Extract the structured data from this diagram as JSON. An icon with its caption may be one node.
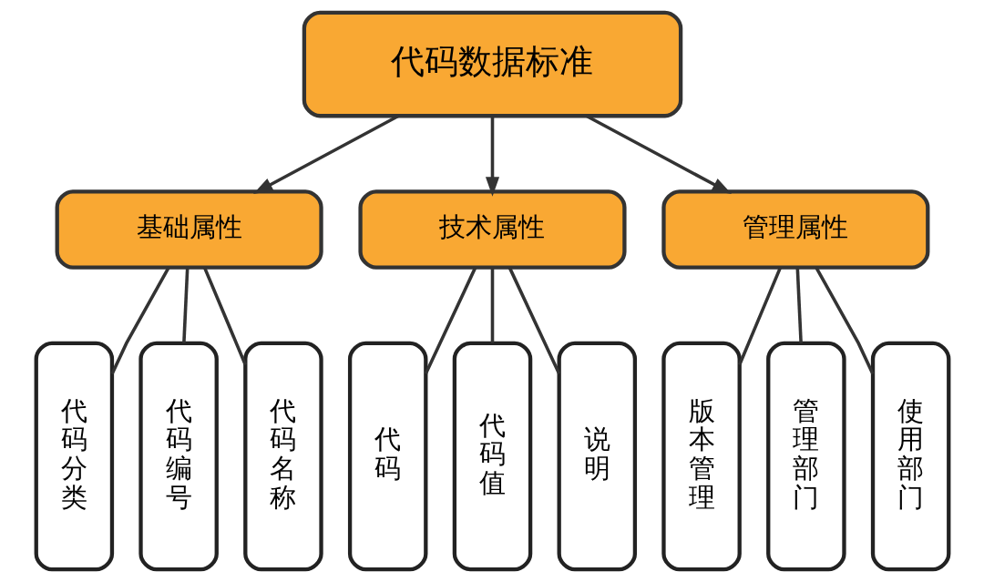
{
  "diagram": {
    "nodes": [
      {
        "text": [
          "代码数据标准"
        ]
      },
      {
        "text": [
          "基础属性"
        ]
      },
      {
        "text": [
          "技术属性"
        ]
      },
      {
        "text": [
          "管理属性"
        ]
      },
      {
        "text": [
          "代码分类"
        ]
      },
      {
        "text": [
          "代码编号"
        ]
      },
      {
        "text": [
          "代码名称"
        ]
      },
      {
        "text": [
          "代码"
        ]
      },
      {
        "text": [
          "代码值"
        ]
      },
      {
        "text": [
          "说明"
        ]
      },
      {
        "text": [
          "版本管理"
        ]
      },
      {
        "text": [
          "管理部门"
        ]
      },
      {
        "text": [
          "使用部门"
        ]
      }
    ],
    "edges": [
      {
        "from": 0,
        "to": 1,
        "arrow": "to"
      },
      {
        "from": 0,
        "to": 2,
        "arrow": "to"
      },
      {
        "from": 0,
        "to": 3,
        "arrow": "to"
      },
      {
        "from": 1,
        "to": 4,
        "arrow": "none"
      },
      {
        "from": 1,
        "to": 5,
        "arrow": "none"
      },
      {
        "from": 1,
        "to": 6,
        "arrow": "none"
      },
      {
        "from": 2,
        "to": 7,
        "arrow": "none"
      },
      {
        "from": 2,
        "to": 8,
        "arrow": "none"
      },
      {
        "from": 2,
        "to": 9,
        "arrow": "none"
      },
      {
        "from": 3,
        "to": 10,
        "arrow": "none"
      },
      {
        "from": 3,
        "to": 11,
        "arrow": "none"
      },
      {
        "from": 3,
        "to": 12,
        "arrow": "none"
      }
    ]
  }
}
